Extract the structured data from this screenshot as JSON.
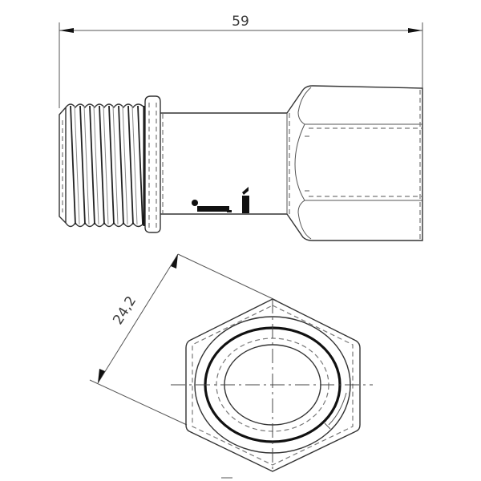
{
  "drawing": {
    "title": "Threaded pipe fitting with hex nut — side view and end view",
    "dimensions": {
      "overall_length": {
        "label": "59",
        "orientation": "horizontal"
      },
      "hex_across_flats": {
        "label": "24,2",
        "orientation": "diagonal"
      }
    },
    "views": [
      {
        "name": "side-view",
        "parts": [
          "male-thread",
          "collar",
          "body",
          "hex-nut"
        ]
      },
      {
        "name": "end-view",
        "parts": [
          "hexagon",
          "outer-ring",
          "seal-ring",
          "bore",
          "centerlines"
        ]
      }
    ],
    "colors": {
      "line": "#333333",
      "background": "#ffffff",
      "dimension_text": "#3a3a3a"
    }
  }
}
